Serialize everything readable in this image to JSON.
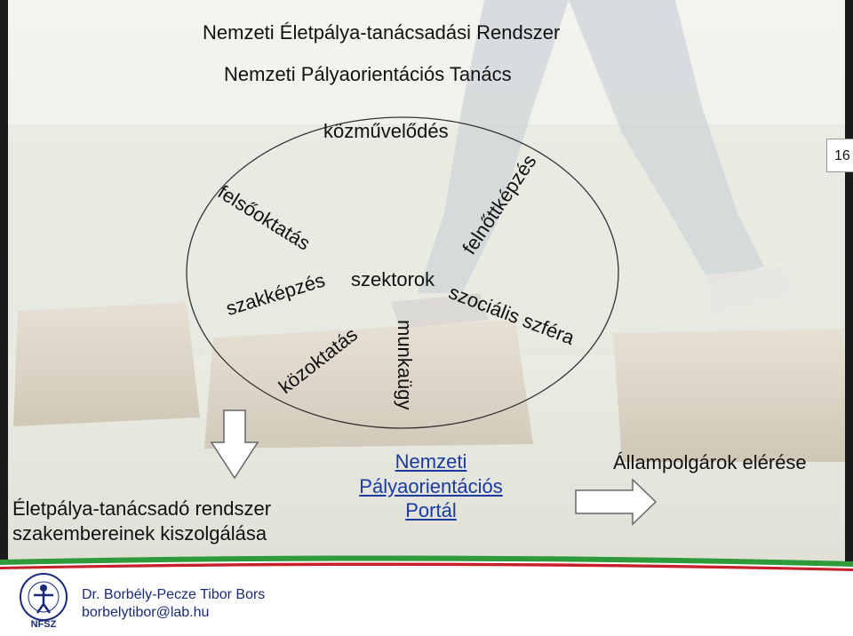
{
  "slide": {
    "title_line1": "Nemzeti Életpálya-tanácsadási Rendszer",
    "title_line2": "Nemzeti Pályaorientációs Tanács",
    "page_number": "16"
  },
  "diagram": {
    "top_label": "közművelődés",
    "center_label": "szektorok",
    "sectors": {
      "felsooktatas": "felsőoktatás",
      "szakkepzes": "szakképzés",
      "kozoktatas": "közoktatás",
      "munkaugy": "munkaügy",
      "szocialis": "szociális szféra",
      "felnottkepzes": "felnőttképzés"
    }
  },
  "bottom": {
    "left_line1": "Életpálya-tanácsadó rendszer",
    "left_line2": "szakembereinek kiszolgálása",
    "portal_line1": "Nemzeti",
    "portal_line2": "Pályaorientációs",
    "portal_line3": "Portál",
    "right_label": "Állampolgárok elérése"
  },
  "footer": {
    "author_name": "Dr. Borbély-Pecze Tibor Bors",
    "author_email": "borbelytibor@lab.hu",
    "logo_text": "NFSZ"
  },
  "colors": {
    "portal_text": "#1a3aa0",
    "footer_green": "#2e9a3a",
    "footer_red": "#c8202a",
    "footer_text": "#1a2a7a"
  }
}
